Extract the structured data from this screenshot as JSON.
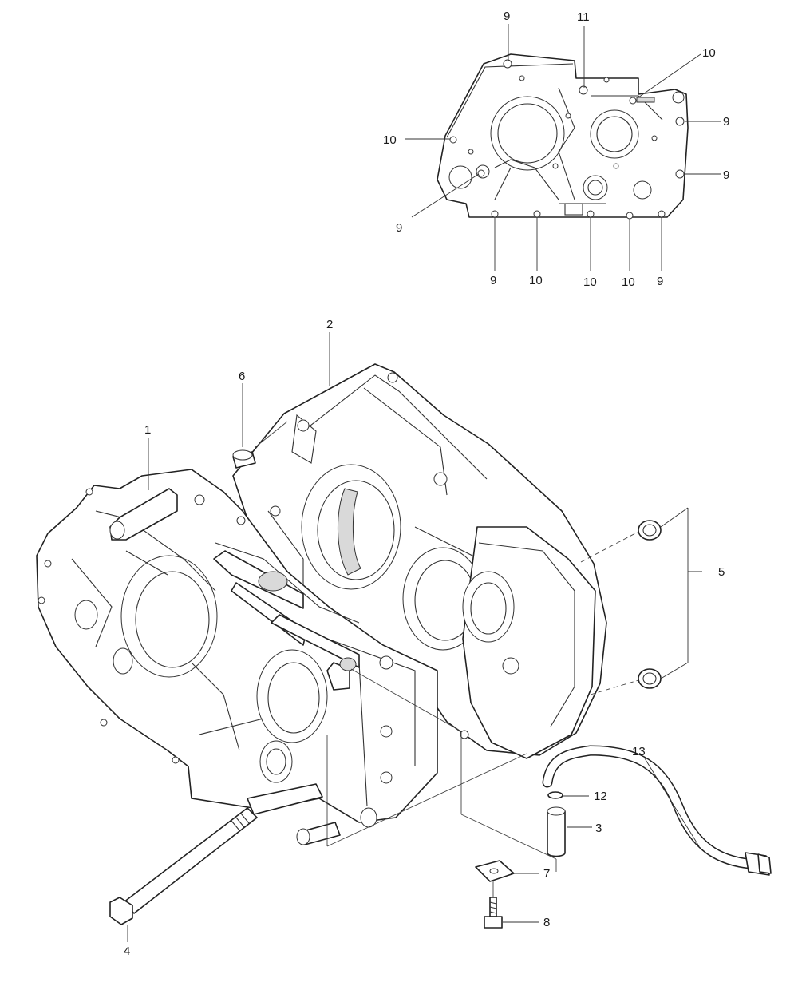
{
  "diagram": {
    "inset_callouts": {
      "top_9": "9",
      "top_11": "11",
      "top_right_10": "10",
      "right_9_upper": "9",
      "right_9_lower": "9",
      "left_10": "10",
      "left_9": "9",
      "bottom_9_a": "9",
      "bottom_10_a": "10",
      "bottom_10_b": "10",
      "bottom_10_c": "10",
      "bottom_9_b": "9"
    },
    "main_callouts": {
      "part_1": "1",
      "part_2": "2",
      "part_3": "3",
      "part_4": "4",
      "part_5": "5",
      "part_6": "6",
      "part_7": "7",
      "part_8": "8",
      "part_12": "12",
      "part_13": "13"
    }
  }
}
